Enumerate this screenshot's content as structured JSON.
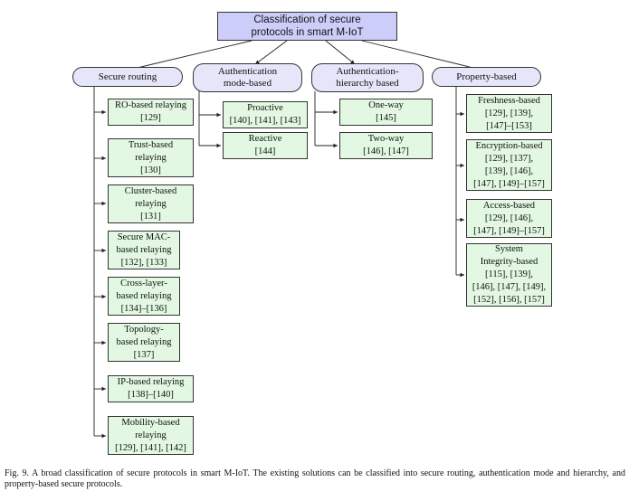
{
  "root": {
    "line1": "Classification of secure",
    "line2": "protocols in smart M-IoT"
  },
  "categories": [
    {
      "label": "Secure routing",
      "label2": ""
    },
    {
      "label": "Authentication",
      "label2": "mode-based"
    },
    {
      "label": "Authentication-",
      "label2": "hierarchy based"
    },
    {
      "label": "Property-based",
      "label2": ""
    }
  ],
  "secure_routing": [
    {
      "lines": [
        "RO-based relaying",
        "[129]"
      ]
    },
    {
      "lines": [
        "Trust-based",
        "relaying",
        "[130]"
      ]
    },
    {
      "lines": [
        "Cluster-based",
        "relaying",
        "[131]"
      ]
    },
    {
      "lines": [
        "Secure MAC-",
        "based relaying",
        "[132], [133]"
      ]
    },
    {
      "lines": [
        "Cross-layer-",
        "based relaying",
        "[134]–[136]"
      ]
    },
    {
      "lines": [
        "Topology-",
        "based relaying",
        "[137]"
      ]
    },
    {
      "lines": [
        "IP-based relaying",
        "[138]–[140]"
      ]
    },
    {
      "lines": [
        "Mobility-based",
        "relaying",
        "[129], [141], [142]"
      ]
    }
  ],
  "auth_mode": [
    {
      "lines": [
        "Proactive",
        "[140], [141], [143]"
      ]
    },
    {
      "lines": [
        "Reactive",
        "[144]"
      ]
    }
  ],
  "auth_hierarchy": [
    {
      "lines": [
        "One-way",
        "[145]"
      ]
    },
    {
      "lines": [
        "Two-way",
        "[146], [147]"
      ]
    }
  ],
  "property": [
    {
      "lines": [
        "Freshness-based",
        "[129], [139],",
        "[147]–[153]"
      ]
    },
    {
      "lines": [
        "Encryption-based",
        "[129], [137],",
        "[139], [146],",
        "[147], [149]–[157]"
      ]
    },
    {
      "lines": [
        "Access-based",
        "[129], [146],",
        "[147], [149]–[157]"
      ]
    },
    {
      "lines": [
        "System",
        "Integrity-based",
        "[115], [139],",
        "[146], [147], [149],",
        "[152], [156], [157]"
      ]
    }
  ],
  "caption": "Fig. 9.  A broad classification of secure protocols in smart M-IoT. The existing solutions can be classified into secure routing, authentication mode and hierarchy, and property-based secure protocols."
}
